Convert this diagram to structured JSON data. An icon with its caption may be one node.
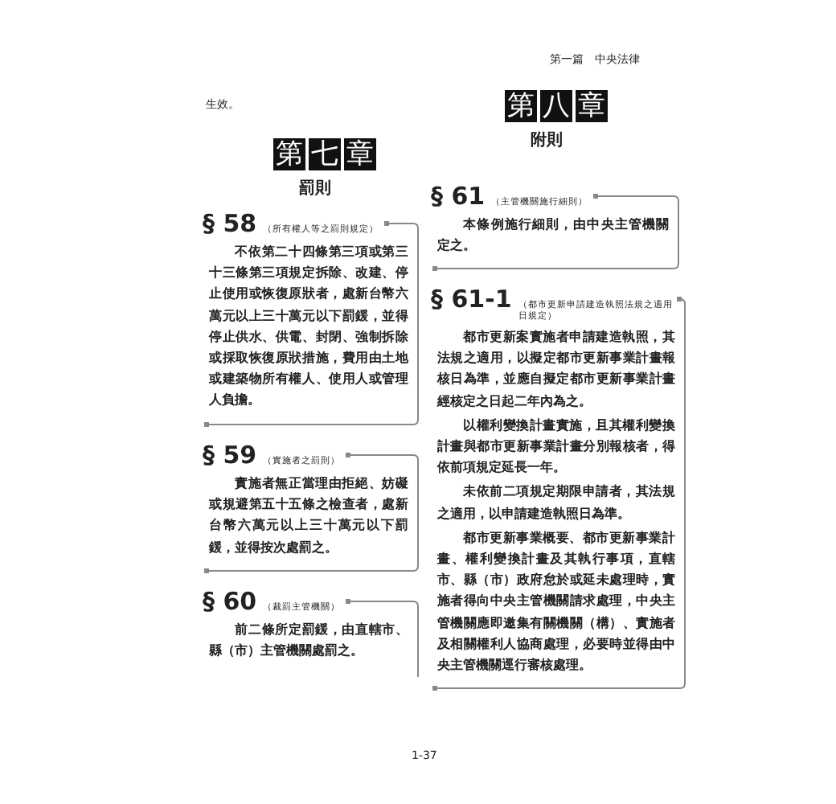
{
  "diagram": {
    "nodes": [
      {
        "text": [
          "§ 58",
          "（所有權人等之罰則規定）",
          "不依第二十四條第三項或第三十三條第三項規定拆除、改建、停止使用或恢復原狀者，處新台幣六萬元以上三十萬元以下罰鍰，並得停止供水、供電、封閉、強制拆除或採取恢復原狀措施，費用由土地或建築物所有權人、使用人或管理人負擔。"
        ]
      },
      {
        "text": [
          "§ 59",
          "（實施者之罰則）",
          "實施者無正當理由拒絕、妨礙或規避第五十五條之檢查者，處新台幣六萬元以上三十萬元以下罰鍰，並得按次處罰之。"
        ]
      },
      {
        "text": [
          "§ 60",
          "（裁罰主管機關）",
          "前二條所定罰鍰，由直轄市、縣（市）主管機關處罰之。"
        ]
      },
      {
        "text": [
          "§ 61",
          "（主管機關施行細則）",
          "本條例施行細則，由中央主管機關定之。"
        ]
      },
      {
        "text": [
          "§ 61-1",
          "（都市更新申請建造執照法規之適用日規定）",
          "都市更新案實施者申請建造執照，其法規之適用，以擬定都市更新事業計畫報核日為準，並應自擬定都市更新事業計畫經核定之日起二年內為之。",
          "以權利變換計畫實施，且其權利變換計畫與都市更新事業計畫分別報核者，得依前項規定延長一年。",
          "未依前二項規定期限申請者，其法規之適用，以申請建造執照日為準。",
          "都市更新事業概要、都市更新事業計畫、權利變換計畫及其執行事項，直轄市、縣（市）政府怠於或延未處理時，實施者得向中央主管機關請求處理，中央主管機關應即邀集有關機關（構）、實施者及相關權利人協商處理，必要時並得由中央主管機關逕行審核處理。"
        ]
      }
    ],
    "labels": [
      "第一篇　中央法律",
      "生效。",
      "第七章",
      "罰則",
      "第八章",
      "附則",
      "1-37"
    ]
  }
}
